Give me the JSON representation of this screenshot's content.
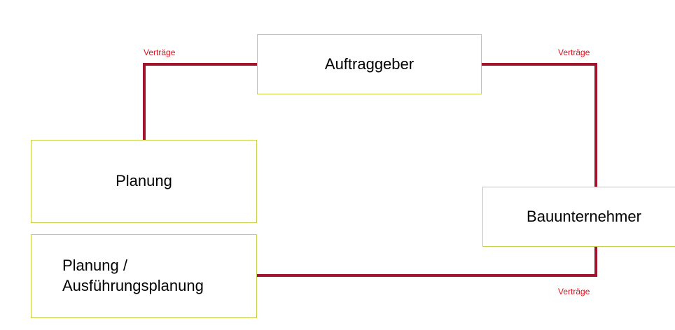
{
  "boxes": {
    "auftraggeber": "Auftraggeber",
    "planung": "Planung",
    "bauunternehmer": "Bauunternehmer",
    "ausfuehrungsplanung": "Planung /\nAusführungsplanung"
  },
  "labels": {
    "top_left": "Verträge",
    "top_right": "Verträge",
    "bottom_right": "Verträge"
  },
  "colors": {
    "connector": "#a0142e",
    "label": "#e0101b",
    "box_border": "#c8d24a"
  }
}
